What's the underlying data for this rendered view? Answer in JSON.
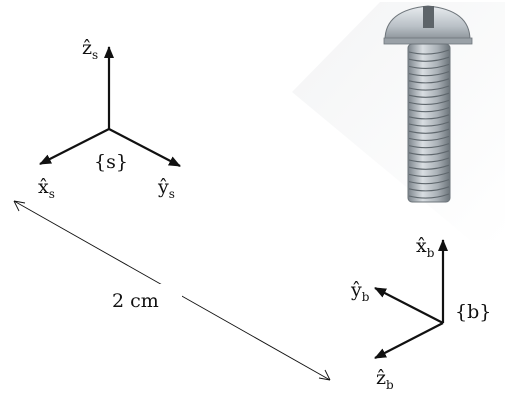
{
  "diagram": {
    "frame_s": {
      "name": "{s}",
      "axes": [
        {
          "hat": "ẑ",
          "sub": "s"
        },
        {
          "hat": "x̂",
          "sub": "s"
        },
        {
          "hat": "ŷ",
          "sub": "s"
        }
      ]
    },
    "frame_b": {
      "name": "{b}",
      "axes": [
        {
          "hat": "x̂",
          "sub": "b"
        },
        {
          "hat": "ŷ",
          "sub": "b"
        },
        {
          "hat": "ẑ",
          "sub": "b"
        }
      ]
    },
    "distance_label": "2 cm",
    "object": "screw-image",
    "colors": {
      "ink": "#111111",
      "screw": "#b8bfc6",
      "screw_dark": "#6f767c"
    }
  }
}
